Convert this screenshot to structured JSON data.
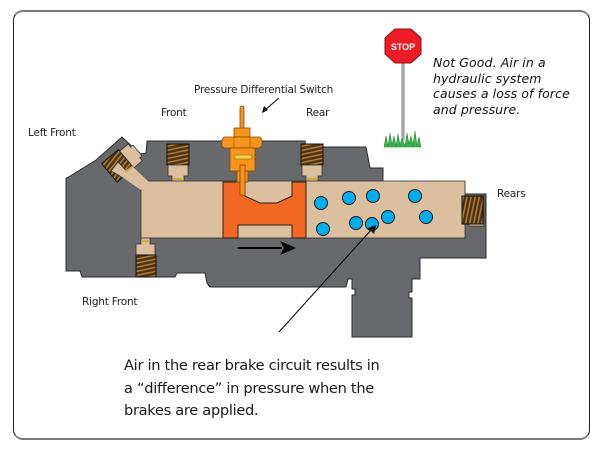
{
  "diagram": {
    "title": "Pressure differential valve with air in rear brake circuit",
    "labels": {
      "left_front": "Left Front",
      "front": "Front",
      "switch": "Pressure Differential Switch",
      "rear": "Rear",
      "rears": "Rears",
      "right_front": "Right Front"
    },
    "stop_sign": {
      "text": "STOP",
      "note": "Not Good. Air in a\nhydraulic system\ncauses a loss of force\nand pressure."
    },
    "caption": "Air in the rear brake circuit results in\na “difference” in pressure when the\nbrakes are applied.",
    "piston_direction": "right",
    "air_bubble_count": 9,
    "colors": {
      "housing": "#68696c",
      "fluid": "#dcbf9f",
      "piston": "#f26722",
      "switch": "#f7941d",
      "air_bubble": "#00aeef",
      "fitting": "#6b4a22",
      "stop_red": "#ed1c24",
      "grass": "#39b54a"
    }
  }
}
